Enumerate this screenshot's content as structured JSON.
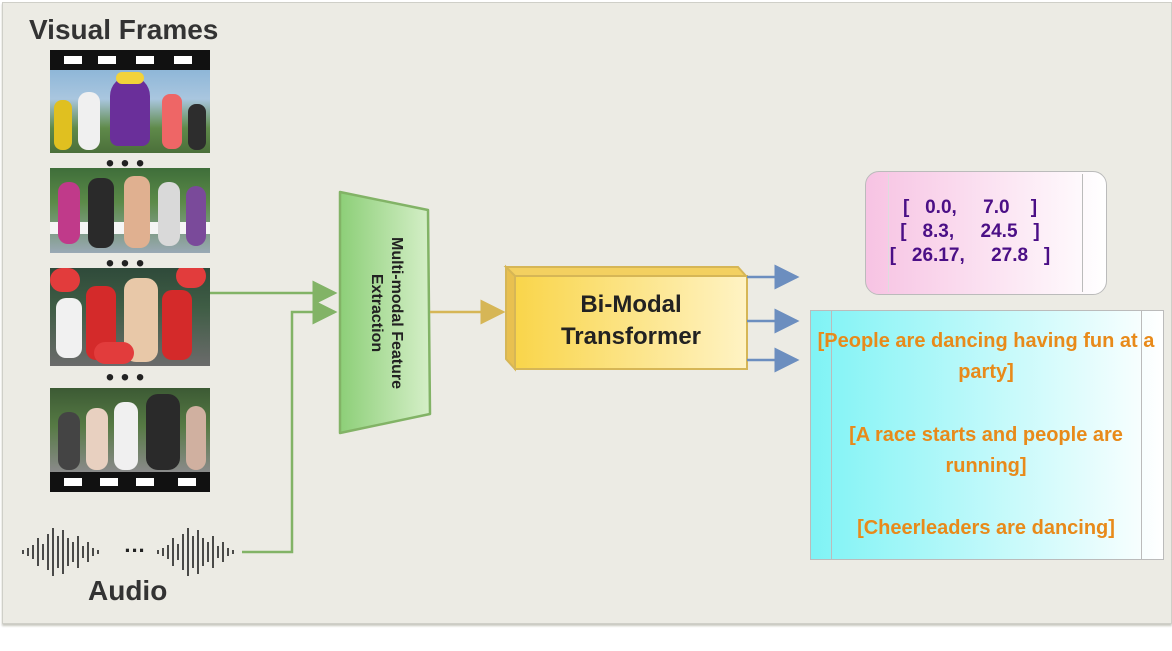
{
  "visual_title": "Visual Frames",
  "audio_label": "Audio",
  "ellipsis": "• • •",
  "audio_ellipsis": "...",
  "feature_extractor_label": "Multi-modal Feature Extraction",
  "transformer_label_line1": "Bi-Modal",
  "transformer_label_line2": "Transformer",
  "timestamps": [
    "[   0.0,     7.0    ]",
    "[   8.3,     24.5   ]",
    "[   26.17,     27.8   ]"
  ],
  "captions": [
    "[People are dancing having fun at a party]",
    "[A race starts and people are running]",
    "[Cheerleaders are dancing]"
  ],
  "colors": {
    "green": "#82b366",
    "yellow": "#d6b656",
    "blue": "#6c8ebf",
    "caption_orange": "#e88a1a",
    "timestamp_purple": "#4b0f86"
  },
  "icons": [
    "film-strip-icon",
    "audio-waveform-icon"
  ]
}
